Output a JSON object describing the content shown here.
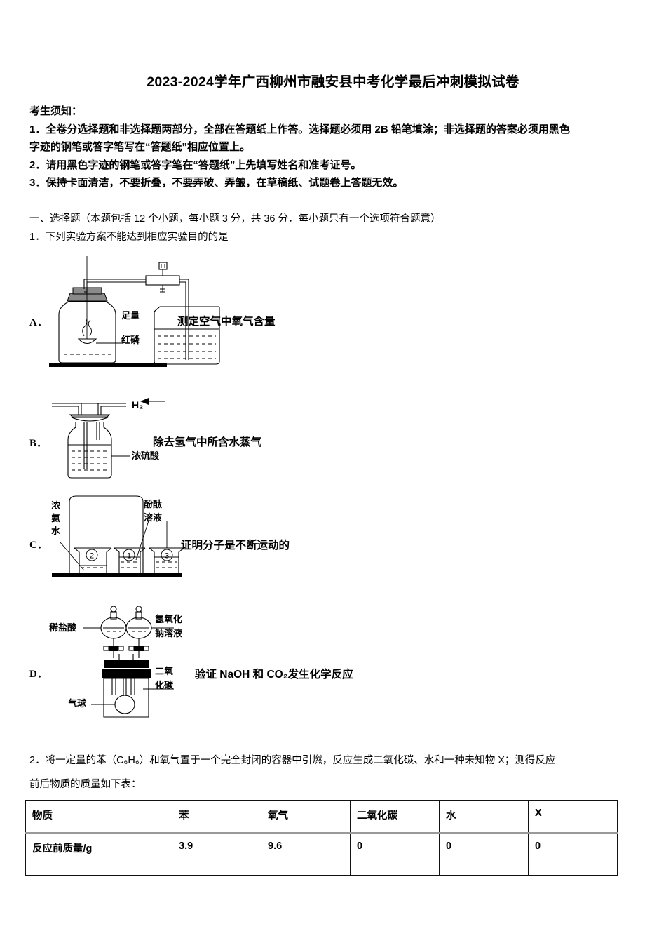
{
  "document": {
    "title": "2023-2024学年广西柳州市融安县中考化学最后冲刺模拟试卷"
  },
  "notice": {
    "heading": "考生须知：",
    "lines": [
      "1．全卷分选择题和非选择题两部分，全部在答题纸上作答。选择题必须用 2B 铅笔填涂；非选择题的答案必须用黑色",
      "字迹的钢笔或答字笔写在“答题纸”相应位置上。",
      "2．请用黑色字迹的钢笔或答字笔在“答题纸”上先填写姓名和准考证号。",
      "3．保持卡面清洁，不要折叠，不要弄破、弄皱，在草稿纸、试题卷上答题无效。"
    ]
  },
  "section": {
    "heading": "一、选择题（本题包括 12 个小题，每小题 3 分，共 36 分．每小题只有一个选项符合题意）"
  },
  "question1": {
    "number_stem": "1．下列实验方案不能达到相应实验目的的是",
    "options": [
      {
        "letter": "A．",
        "purpose": "测定空气中氧气含量",
        "figure_labels": [
          "足量",
          "红磷"
        ]
      },
      {
        "letter": "B．",
        "purpose": "除去氢气中所含水蒸气",
        "figure_labels": [
          "H₂",
          "浓硫酸"
        ]
      },
      {
        "letter": "C．",
        "purpose": "证明分子是不断运动的",
        "figure_labels": [
          "浓",
          "氨",
          "水",
          "酚酞",
          "溶液",
          "②",
          "①",
          "③"
        ]
      },
      {
        "letter": "D．",
        "purpose": "验证 NaOH 和 CO₂发生化学反应",
        "figure_labels": [
          "稀盐酸",
          "氢氧化",
          "钠溶液",
          "二氧",
          "化碳",
          "气球"
        ]
      }
    ]
  },
  "question2": {
    "stem_line1": "2．将一定量的苯（C₆H₆）和氧气置于一个完全封闭的容器中引燃，反应生成二氧化碳、水和一种未知物 X；测得反应",
    "stem_line2": "前后物质的质量如下表："
  },
  "table": {
    "headers": [
      "物质",
      "苯",
      "氧气",
      "二氧化碳",
      "水",
      "X"
    ],
    "rows": [
      {
        "label": "反应前质量/g",
        "values": [
          "3.9",
          "9.6",
          "0",
          "0",
          "0"
        ]
      }
    ]
  },
  "colors": {
    "ink": "#000000",
    "paper": "#ffffff",
    "rule_gray": "#999999",
    "stopper_gray": "#8a8a8a"
  }
}
